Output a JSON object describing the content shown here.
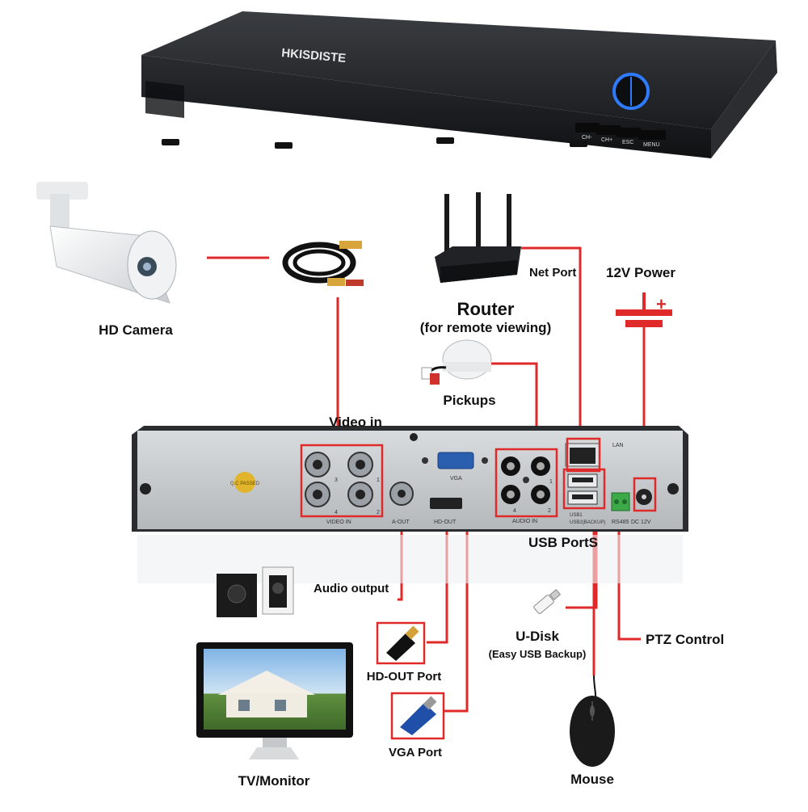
{
  "diagram": {
    "brand": "HKISDISTE",
    "dvr_front_buttons": [
      "CH-",
      "CH+",
      "ESC",
      "MENU"
    ],
    "rear_panel": {
      "video_in_label": "VIDEO IN",
      "a_out_label": "A-OUT",
      "hd_out_label": "HD-OUT",
      "vga_label": "VGA",
      "audio_in_label": "AUDIO IN",
      "lan_label": "LAN",
      "usb1_label": "USB1",
      "usb2_label": "USB2(BACKUP)",
      "rs485_label": "RS485",
      "dc_label": "DC 12V",
      "qc_label": "Q.C PASSED",
      "port_numbers": [
        "3",
        "1",
        "4",
        "2"
      ]
    },
    "labels": {
      "hd_camera": "HD Camera",
      "router": "Router",
      "router_sub": "(for remote viewing)",
      "net_port": "Net Port",
      "power": "12V Power",
      "pickups": "Pickups",
      "video_in": "Video in",
      "usb_ports": "USB PortS",
      "audio_output": "Audio output",
      "u_disk": "U-Disk",
      "u_disk_sub": "(Easy USB Backup)",
      "ptz_control": "PTZ Control",
      "hd_out_port": "HD-OUT Port",
      "vga_port": "VGA Port",
      "tv_monitor": "TV/Monitor",
      "mouse": "Mouse"
    },
    "colors": {
      "connector_red": "#e02a2a",
      "device_dark": "#1e2023",
      "panel_grey": "#c7cacc",
      "led_blue": "#2f7bff"
    }
  }
}
